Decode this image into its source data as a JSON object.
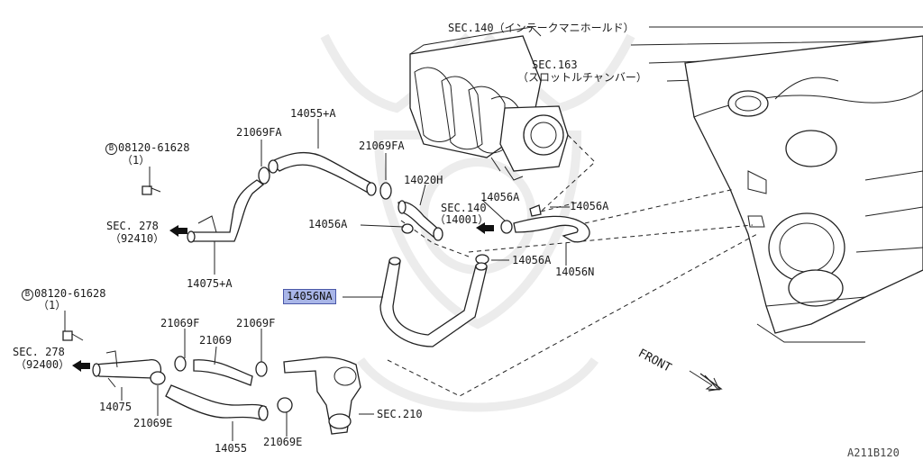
{
  "diagram": {
    "watermark_icon": "samurai-helmet-watermark",
    "labels": {
      "sec140_manifold": "SEC.140（インテークマニホールド）",
      "sec163_line1": "SEC.163",
      "sec163_line2": "（スロットルチャンバー）",
      "p14055A": "14055+A",
      "p21069FA_left": "21069FA",
      "p21069FA_right": "21069FA",
      "bolt_top_code": "08120-61628",
      "bolt_top_qty": "（1）",
      "sec278_top": "SEC. 278",
      "sec278_top_ref": "（92410）",
      "p14075A": "14075+A",
      "p14020H": "14020H",
      "p14056A_a": "14056A",
      "p14056A_b": "14056A",
      "p14056A_c": "14056A",
      "p14056A_d": "14056A",
      "sec140_small": "SEC.140",
      "sec140_small_ref": "（14001）",
      "p14056N": "14056N",
      "p14056NA": "14056NA",
      "bolt_bottom_code": "08120-61628",
      "bolt_bottom_qty": "（1）",
      "sec278_bottom": "SEC. 278",
      "sec278_bottom_ref": "（92400）",
      "p21069F_a": "21069F",
      "p21069F_b": "21069F",
      "p21069": "21069",
      "p14075": "14075",
      "p21069E_a": "21069E",
      "p21069E_b": "21069E",
      "p14055": "14055",
      "sec210": "SEC.210",
      "front": "FRONT",
      "diagram_code": "A211B120",
      "bolt_symbol": "B"
    },
    "highlight_color": "#a9b6e8"
  }
}
